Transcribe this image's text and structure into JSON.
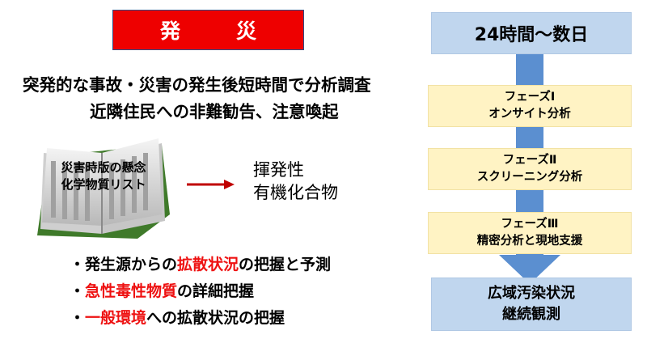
{
  "banner": {
    "title": "発　災"
  },
  "description": {
    "line1": "突発的な事故・災害の発生後短時間で分析調査",
    "line2": "近隣住民への非難勧告、注意喚起"
  },
  "book": {
    "title_line1": "災害時版の懸念",
    "title_line2": "化学物質リスト"
  },
  "vocs": {
    "line1": "揮発性",
    "line2": "有機化合物"
  },
  "bullets": [
    {
      "marker": "・",
      "pre": "発生源からの",
      "highlight": "拡散状況",
      "post": "の把握と予測"
    },
    {
      "marker": "・",
      "pre": "",
      "highlight": "急性毒性物質",
      "post": "の詳細把握"
    },
    {
      "marker": "・",
      "pre": "",
      "highlight": "一般環境",
      "post": "への拡散状況の把握"
    }
  ],
  "flow": {
    "head": "24時間～数日",
    "phases": [
      {
        "line1": "フェーズⅠ",
        "line2": "オンサイト分析"
      },
      {
        "line1": "フェーズⅡ",
        "line2": "スクリーニング分析"
      },
      {
        "line1": "フェーズⅢ",
        "line2": "精密分析と現地支援"
      }
    ],
    "final": {
      "line1": "広域汚染状況",
      "line2": "継続観測"
    }
  },
  "colors": {
    "banner_red": "#ee0000",
    "highlight_red": "#ee1111",
    "arrow_red": "#c00000",
    "flow_blue": "#c0d6ee",
    "flow_arrow": "#5b8fd0",
    "phase_yellow": "#fff3c4",
    "book_green": "#3f7a2a"
  },
  "icons": {
    "book": "book-icon",
    "arrow": "right-arrow-icon"
  }
}
